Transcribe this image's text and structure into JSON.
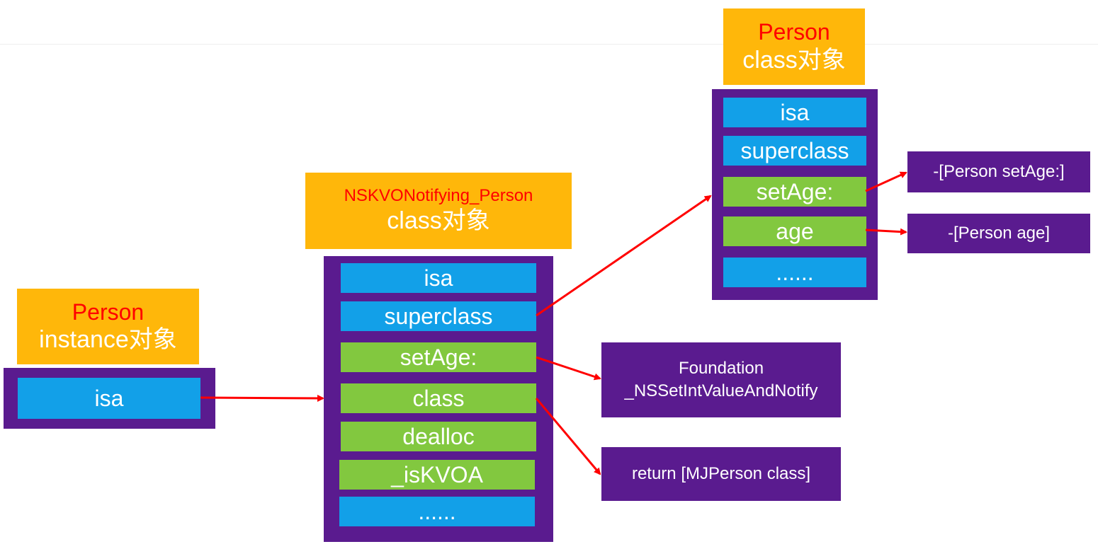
{
  "colors": {
    "label_bg": "#ffb70a",
    "box_bg": "#5a1b8f",
    "slot_blue": "#12a0e8",
    "slot_green": "#82c83f",
    "arrow": "#ff0000",
    "title_red": "#ff0000"
  },
  "instance": {
    "title": "Person",
    "subtitle": "instance对象",
    "slots": [
      "isa"
    ]
  },
  "kvo_class": {
    "title": "NSKVONotifying_Person",
    "subtitle": "class对象",
    "slots": [
      "isa",
      "superclass",
      "setAge:",
      "class",
      "dealloc",
      "_isKVOA",
      "......"
    ]
  },
  "person_class": {
    "title": "Person",
    "subtitle": "class对象",
    "slots": [
      "isa",
      "superclass",
      "setAge:",
      "age",
      "......"
    ]
  },
  "targets": {
    "foundation": {
      "line1": "Foundation",
      "line2": "_NSSetIntValueAndNotify"
    },
    "return_class": "return [MJPerson class]",
    "person_setage": "-[Person setAge:]",
    "person_age": "-[Person age]"
  }
}
